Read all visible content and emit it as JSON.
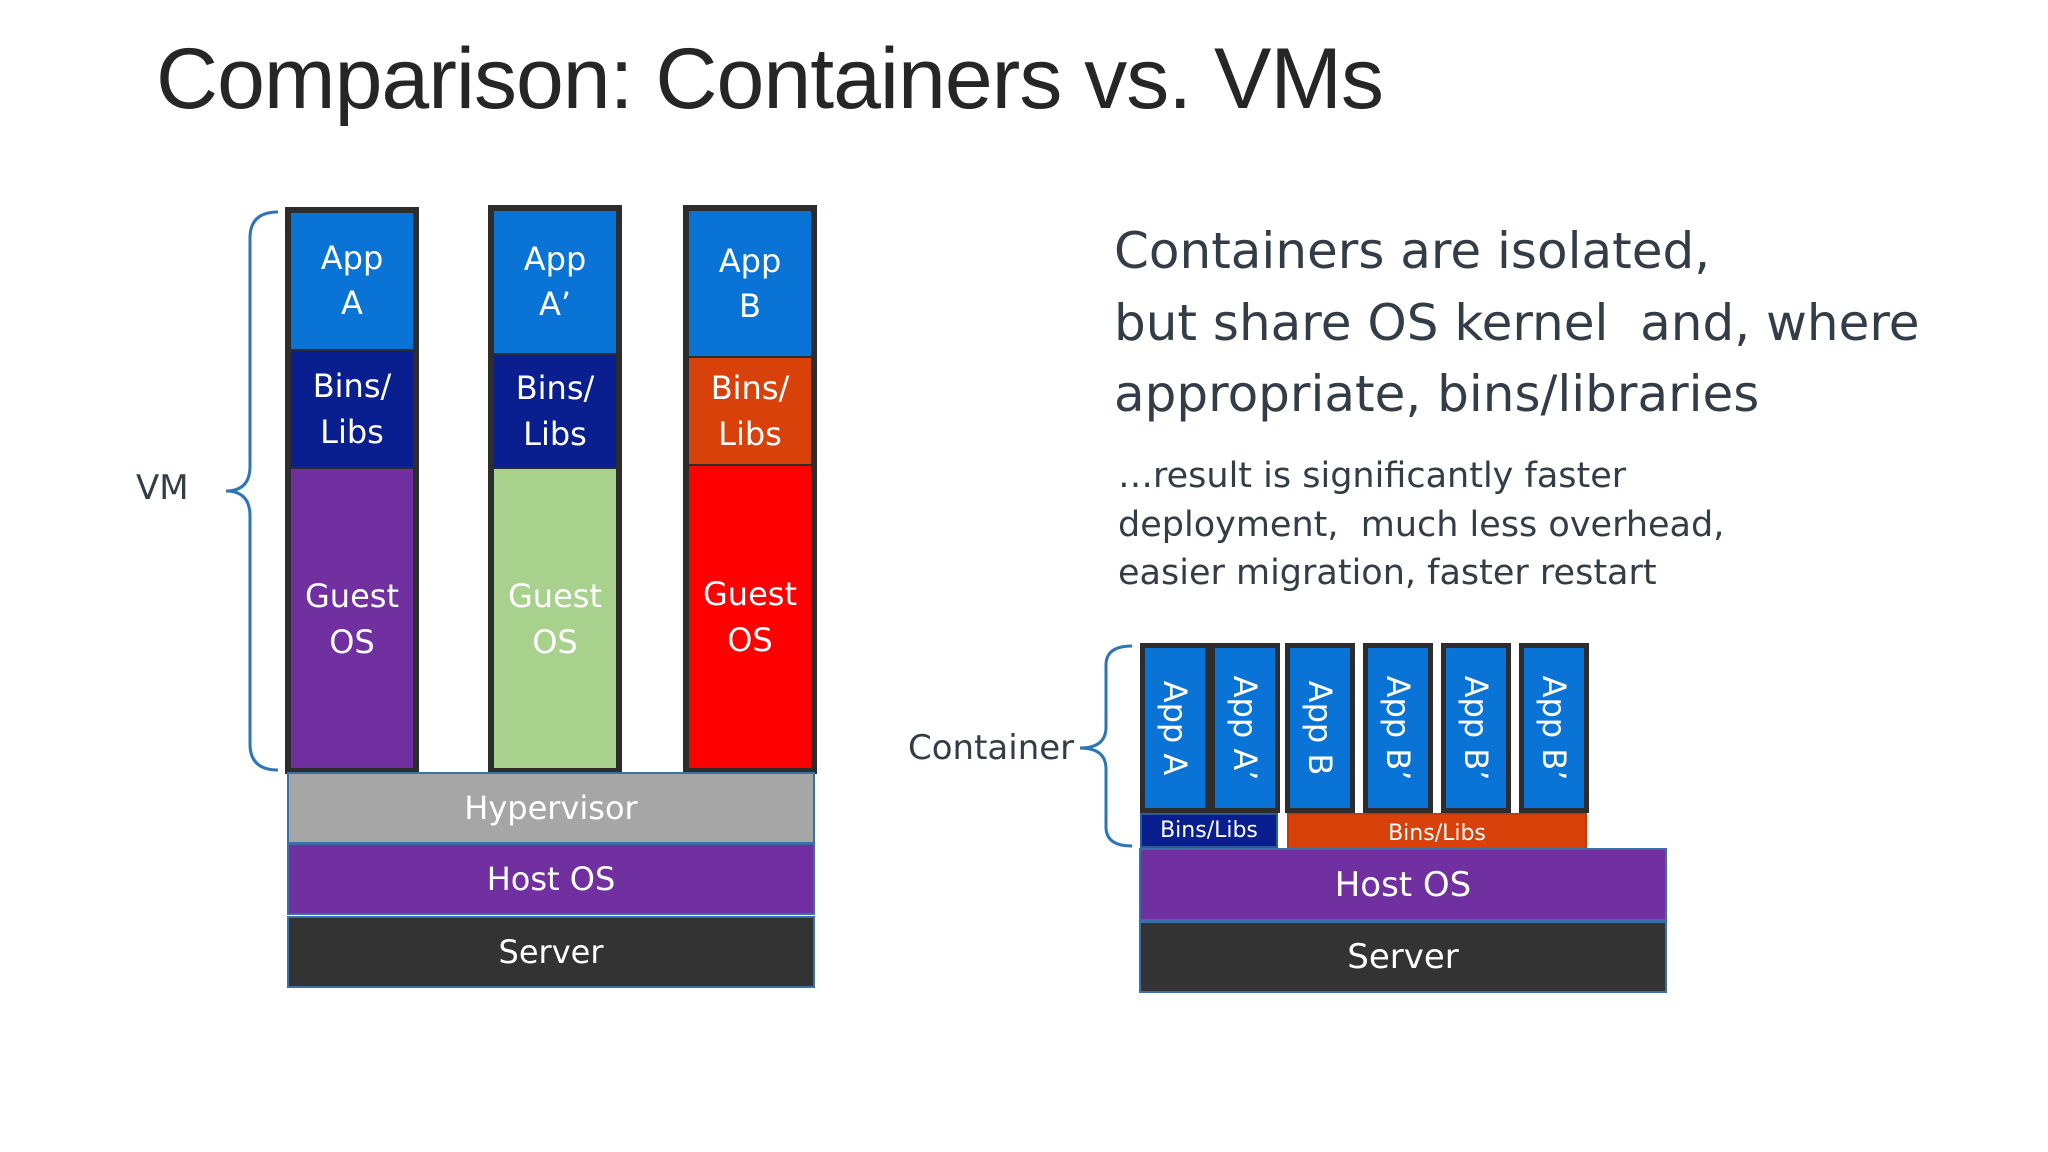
{
  "slide": {
    "title": "Comparison: Containers vs. VMs",
    "vm_label": "VM",
    "container_label": "Container",
    "main_text_lines": [
      "Containers are isolated,",
      "but share OS kernel  and, where",
      "appropriate, bins/libraries"
    ],
    "sub_text_lines": [
      "…result is significantly faster",
      "deployment,  much less overhead,",
      "easier migration, faster restart"
    ]
  },
  "vm_stack": {
    "columns": [
      {
        "app": "App\nA",
        "libs": "Bins/\nLibs",
        "os": "Guest\nOS"
      },
      {
        "app": "App\nA’",
        "libs": "Bins/\nLibs",
        "os": "Guest\nOS"
      },
      {
        "app": "App\nB",
        "libs": "Bins/\nLibs",
        "os": "Guest\nOS"
      }
    ],
    "hypervisor": "Hypervisor",
    "host_os": "Host OS",
    "server": "Server"
  },
  "container_stack": {
    "apps": [
      "App A",
      "App A’",
      "App B",
      "App B’",
      "App B’",
      "App B’"
    ],
    "libs_a": "Bins/Libs",
    "libs_b": "Bins/Libs",
    "host_os": "Host OS",
    "server": "Server"
  },
  "colors": {
    "app": "#0a74d6",
    "libs_dark": "#0a1f8f",
    "libs_orange": "#d9410a",
    "guest_os_purple": "#7030a0",
    "guest_os_green": "#a9d18e",
    "guest_os_red": "#ff0000",
    "hypervisor": "#a6a6a6",
    "host_os": "#7030a0",
    "server": "#333333",
    "bracket": "#2e75b6"
  }
}
